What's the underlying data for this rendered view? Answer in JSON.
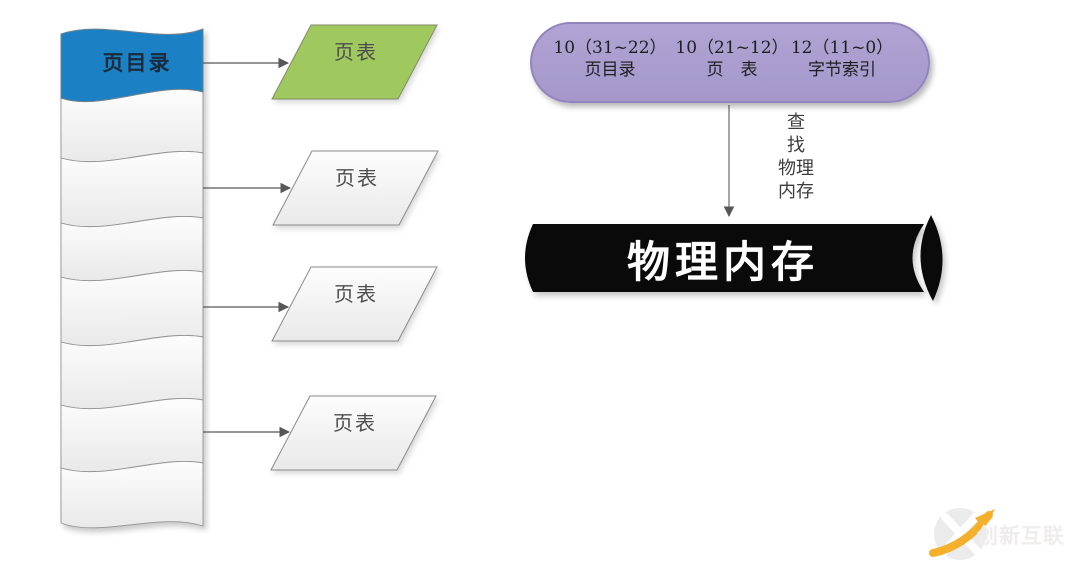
{
  "page_directory": {
    "label": "页目录",
    "fill": "#1b80c4",
    "segment_fill": "#f4f4f4",
    "segment_count": 7
  },
  "page_tables": [
    {
      "label": "页表",
      "fill": "#9fc95e"
    },
    {
      "label": "页表",
      "fill": "#f3f3f3"
    },
    {
      "label": "页表",
      "fill": "#f3f3f3"
    },
    {
      "label": "页表",
      "fill": "#f3f3f3"
    }
  ],
  "linear_address": {
    "fill": "#a99ccd",
    "border": "#9285bd",
    "fields": [
      {
        "bits": "10（31~22）",
        "label": "页目录"
      },
      {
        "bits": "10（21~12）",
        "label": "页　表"
      },
      {
        "bits": "12（11~0）",
        "label": "字节索引"
      }
    ]
  },
  "lookup_annotation": {
    "lines": [
      "查",
      "找",
      "物理",
      "内存"
    ]
  },
  "physical_memory": {
    "label": "物理内存",
    "fill": "#0a0a0a",
    "text_color": "#ffffff"
  },
  "watermark": {
    "text": "创新互联",
    "accent": "#f4b02a"
  }
}
